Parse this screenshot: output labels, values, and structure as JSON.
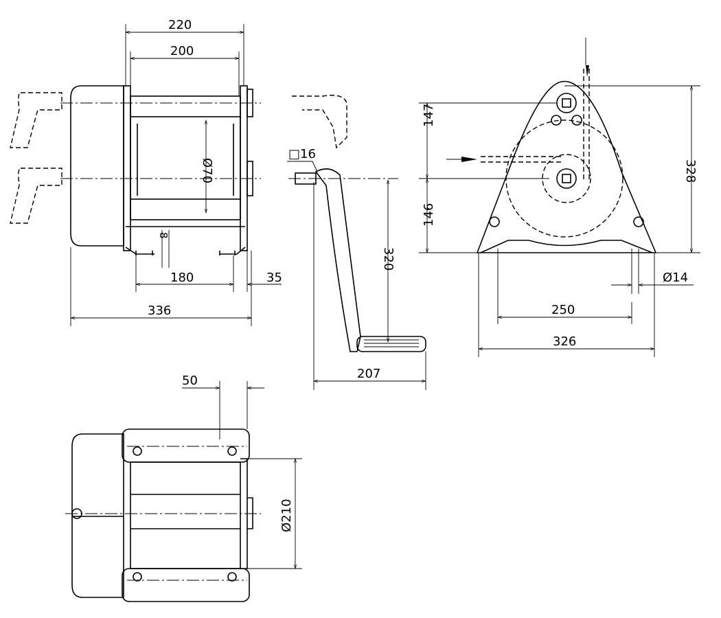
{
  "drawing": {
    "side_view": {
      "dim_overall_width": "220",
      "dim_drum_width": "200",
      "dim_drum_diameter": "Ø70",
      "dim_foot_thickness": "8",
      "dim_foot_spacing": "180",
      "dim_foot_offset": "35",
      "dim_total_length": "336"
    },
    "crank_view": {
      "dim_square_shaft": "□16",
      "dim_crank_radius": "320",
      "dim_crank_reach": "207"
    },
    "front_view": {
      "dim_upper_shaft_height": "147",
      "dim_lower_shaft_height": "146",
      "dim_total_height": "328",
      "dim_bolt_spacing": "250",
      "dim_base_width": "326",
      "dim_bolt_hole": "Ø14"
    },
    "bottom_view": {
      "dim_flange": "50",
      "dim_flange_diameter": "Ø210"
    }
  }
}
